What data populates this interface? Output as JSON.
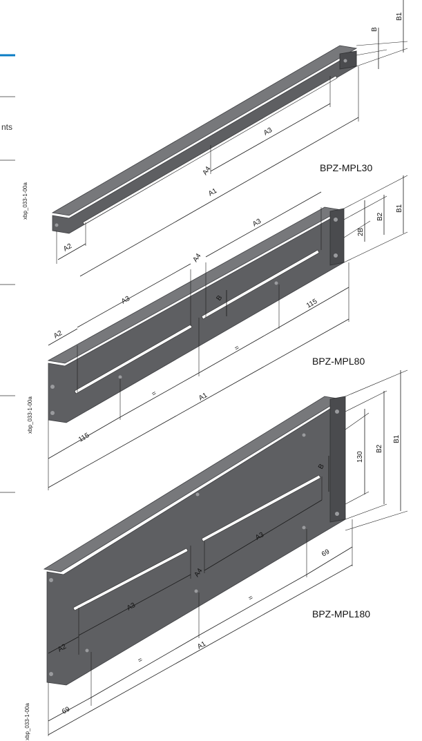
{
  "page": {
    "cut_text": "nts",
    "accent_color": "#0a7cc4"
  },
  "models": {
    "mpl30": "BPZ-MPL30",
    "mpl80": "BPZ-MPL80",
    "mpl180": "BPZ-MPL180"
  },
  "codes": {
    "mpl30": "xbp_033-1-00a",
    "mpl80": "xbp_033-1-00a",
    "mpl180": "xbp_033-1-00a"
  },
  "dims": {
    "mpl30": {
      "a1": "A1",
      "a2": "A2",
      "a3": "A3",
      "a4": "A4",
      "b": "B",
      "b1": "B1"
    },
    "mpl80": {
      "a1": "A1",
      "a2": "A2",
      "a3_left": "A3",
      "a3_right": "A3",
      "a4": "A4",
      "b": "B",
      "b1": "B1",
      "b2": "B2",
      "twob": "2B",
      "d115_left": "115",
      "d115_right": "115",
      "eq_left": "=",
      "eq_right": "="
    },
    "mpl180": {
      "a1": "A1",
      "a2": "A2",
      "a3_left": "A3",
      "a3_right": "A3",
      "a4": "A4",
      "b": "B",
      "b1": "B1",
      "b2": "B2",
      "d130": "130",
      "d69_left": "69",
      "d69_right": "69",
      "eq_left": "=",
      "eq_right": "="
    }
  }
}
